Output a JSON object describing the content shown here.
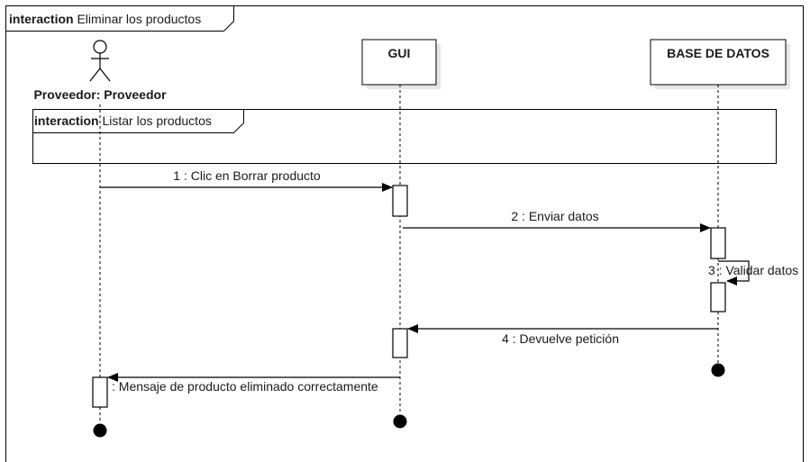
{
  "frame": {
    "keyword": "interaction",
    "title": "Eliminar los productos"
  },
  "actor": {
    "label": "Proveedor: Proveedor",
    "icon": "stick-figure-icon"
  },
  "lifelines": {
    "gui": "GUI",
    "db": "BASE DE DATOS"
  },
  "fragment": {
    "keyword": "interaction",
    "title": "Listar los productos"
  },
  "messages": {
    "m1": "1 : Clic en Borrar producto",
    "m2": "2 : Enviar datos",
    "m3": "3 : Validar datos",
    "m4": "4 : Devuelve petición",
    "m5": ": Mensaje de producto eliminado correctamente"
  }
}
